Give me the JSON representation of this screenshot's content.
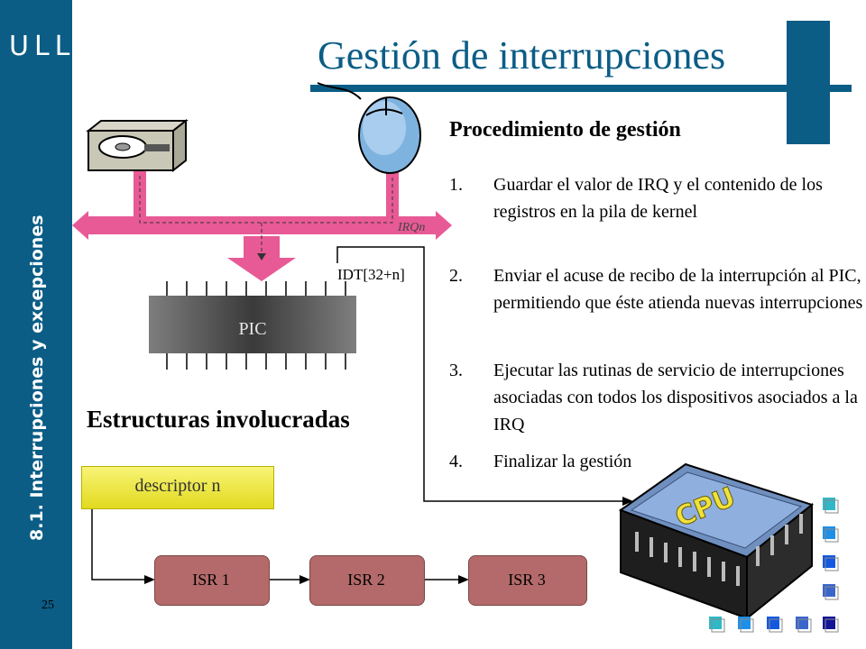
{
  "sidebar": {
    "logo": "ULL",
    "section_label": "8.1. Interrupciones y excepciones",
    "page_number": "25"
  },
  "title": "Gestión de interrupciones",
  "procedure": {
    "heading": "Procedimiento de gestión",
    "steps": [
      {
        "num": "1.",
        "text": "Guardar el valor de IRQ y el contenido de los registros en la pila de kernel"
      },
      {
        "num": "2.",
        "text": "Enviar el acuse de recibo de la interrupción al PIC, permitiendo que éste atienda nuevas interrupciones"
      },
      {
        "num": "3.",
        "text": "Ejecutar las rutinas de servicio de interrupciones asociadas con todos los dispositivos asociados a la IRQ"
      },
      {
        "num": "4.",
        "text": "Finalizar la gestión"
      }
    ]
  },
  "diagram": {
    "irq_label": "IRQn",
    "idt_label": "IDT[32+n]",
    "pic_label": "PIC",
    "cpu_label": "CPU",
    "structures_heading": "Estructuras involucradas",
    "descriptor_label": "descriptor n",
    "isr_labels": [
      "ISR 1",
      "ISR 2",
      "ISR 3"
    ]
  },
  "colors": {
    "brand_blue": "#0b5d86",
    "bus_pink": "#e85a96",
    "descriptor_yellow": "#eee64a",
    "isr_brown": "#b46a6a"
  }
}
